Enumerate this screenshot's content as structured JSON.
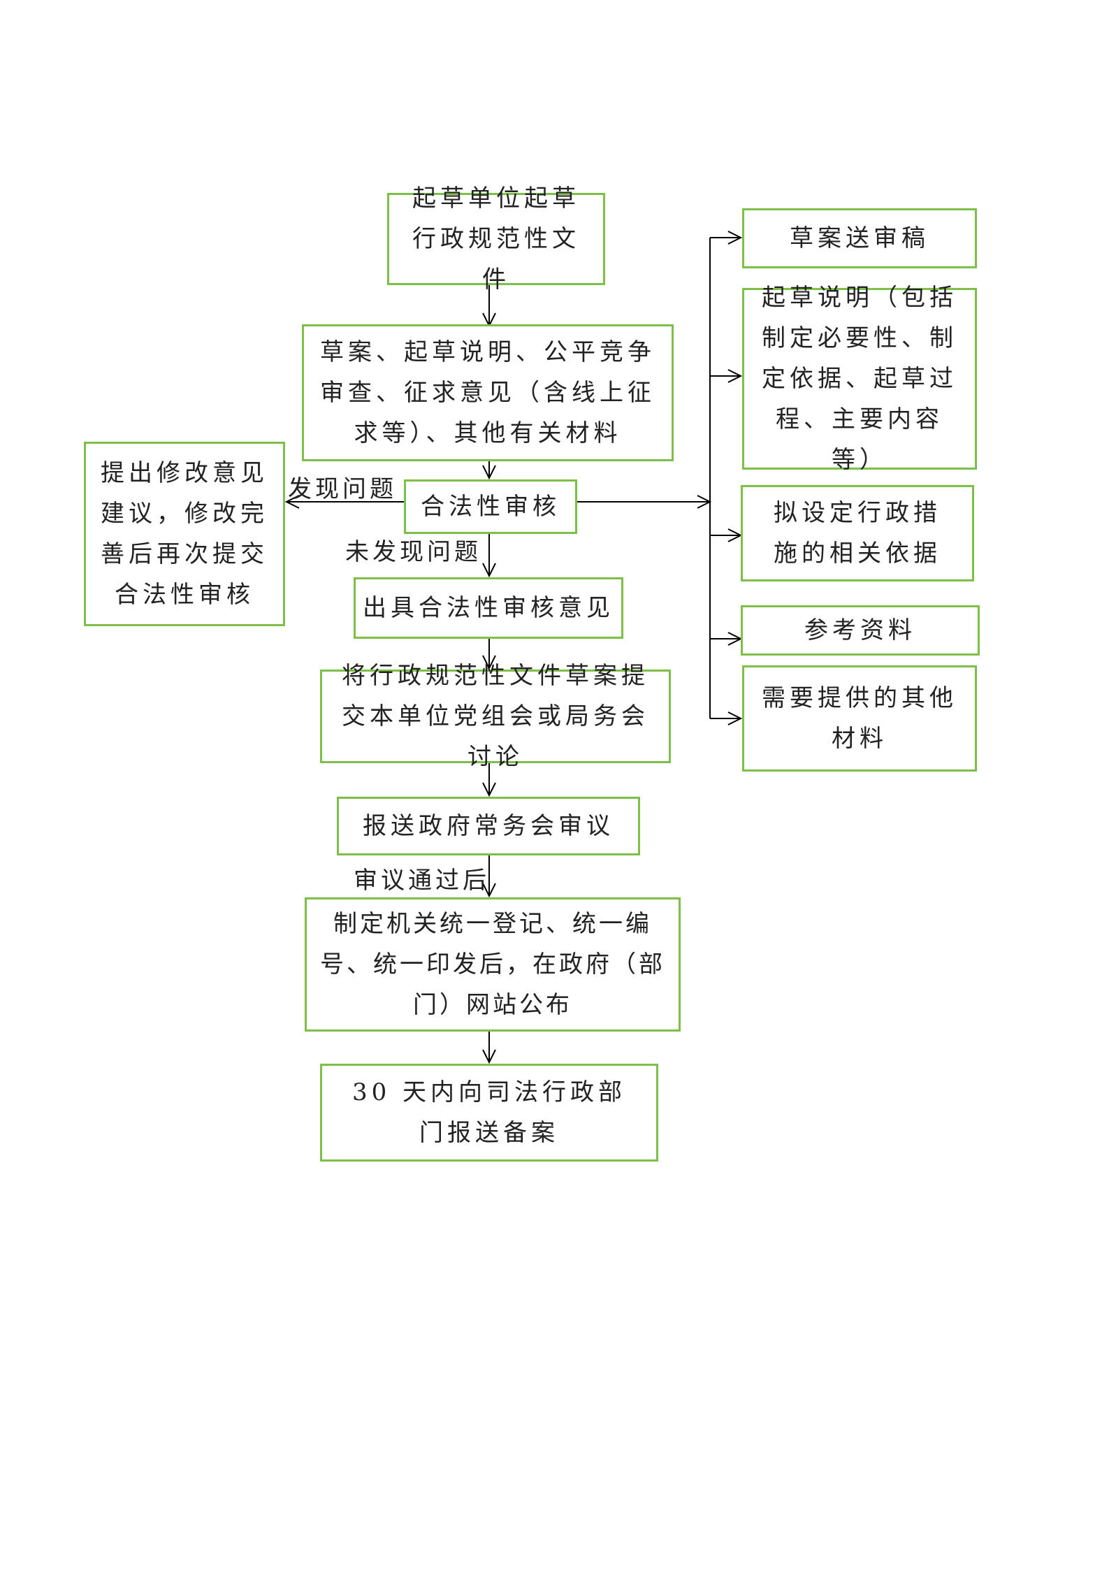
{
  "steps": {
    "s1": "起草单位起草行政规范性文件",
    "s2": "草案、起草说明、公平竞争审查、征求意见（含线上征求等）、其他有关材料",
    "s3": "合法性审核",
    "s4": "出具合法性审核意见",
    "s5": "将行政规范性文件草案提交本单位党组会或局务会讨论",
    "s6": "报送政府常务会审议",
    "s7": "制定机关统一登记、统一编号、统一印发后，在政府（部门）网站公布",
    "s8": "30 天内向司法行政部门报送备案"
  },
  "side": {
    "revise": "提出修改意见建议，修改完善后再次提交合法性审核"
  },
  "materials": {
    "m1": "草案送审稿",
    "m2": "起草说明（包括制定必要性、制定依据、起草过程、主要内容等）",
    "m3": "拟设定行政措施的相关依据",
    "m4": "参考资料",
    "m5": "需要提供的其他材料"
  },
  "labels": {
    "found": "发现问题",
    "not_found": "未发现问题",
    "approved": "审议通过后"
  },
  "colors": {
    "box_border": "#7cc047",
    "arrow": "#000000"
  }
}
